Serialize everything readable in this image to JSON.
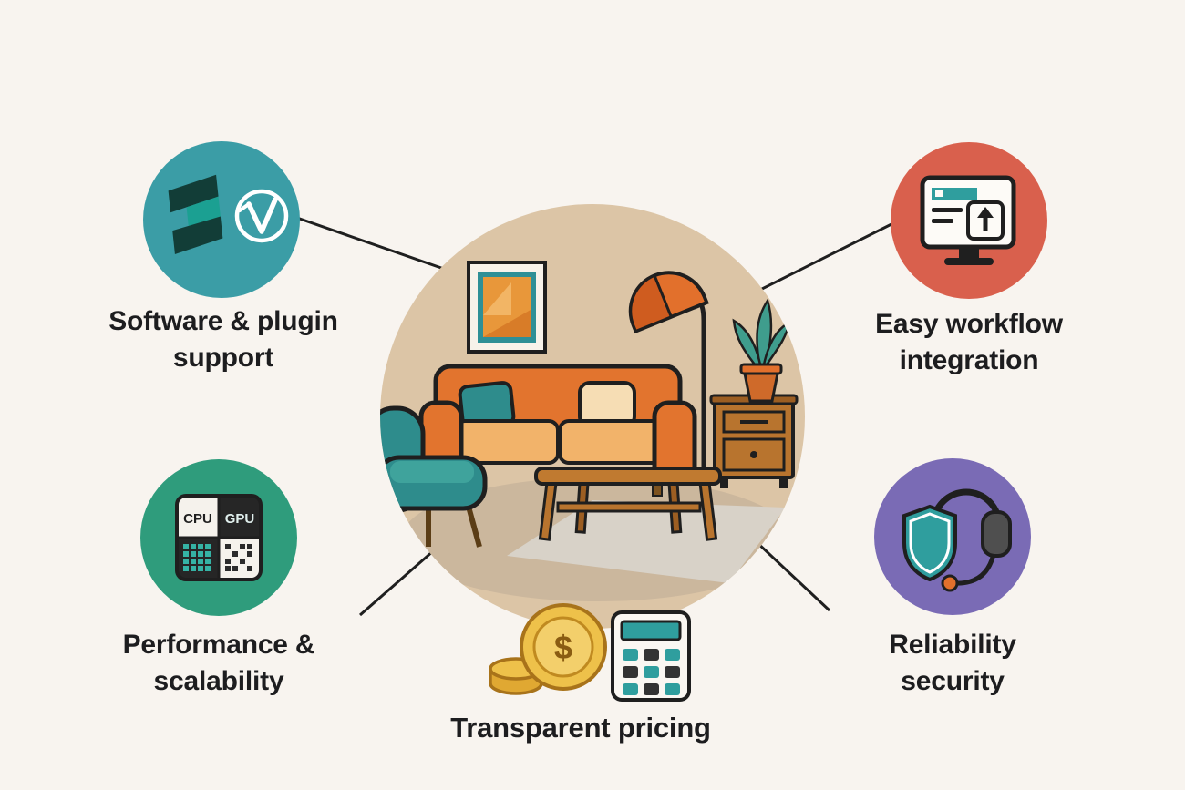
{
  "page": {
    "background_color": "#f8f4ef"
  },
  "scene": {
    "description": "living room illustration in tan circle",
    "circle_color": "#dcc5a6",
    "sofa_color": "#e2742e",
    "armchair_color": "#2e8c8c"
  },
  "features": {
    "software": {
      "line1": "Software & plugin",
      "line2": "support",
      "circle_color": "#3b9da6"
    },
    "workflow": {
      "line1": "Easy workflow",
      "line2": "integration",
      "circle_color": "#d9604d"
    },
    "performance": {
      "line1": "Performance &",
      "line2": "scalability",
      "circle_color": "#2f9c7c",
      "cpu_label": "CPU",
      "gpu_label": "GPU"
    },
    "pricing": {
      "line1": "Transparent pricing",
      "coin_symbol": "$"
    },
    "reliability": {
      "line1": "Reliability",
      "line2": "security",
      "circle_color": "#7a6bb5"
    }
  }
}
